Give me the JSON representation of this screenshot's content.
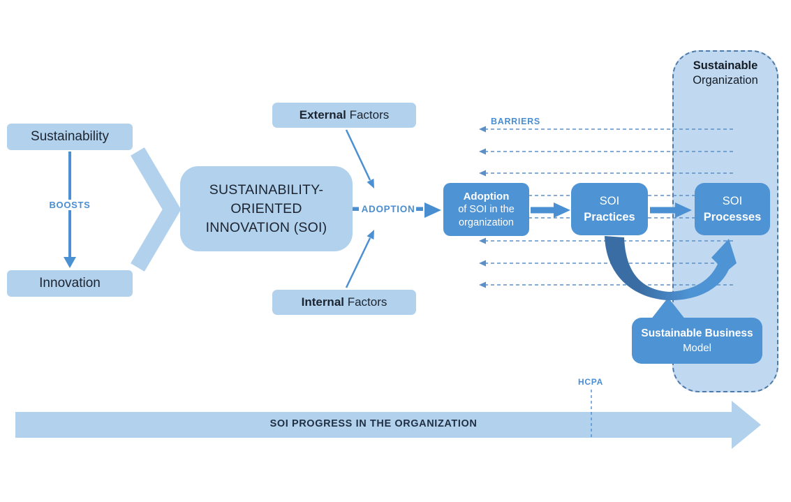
{
  "diagram": {
    "sustainability": "Sustainability",
    "boosts": "BOOSTS",
    "innovation": "Innovation",
    "soi": {
      "line1": "SUSTAINABILITY-ORIENTED",
      "line2": "INNOVATION (SOI)"
    },
    "external": {
      "bold": "External",
      "rest": " Factors"
    },
    "internal": {
      "bold": "Internal",
      "rest": " Factors"
    },
    "adoption_label": "ADOPTION",
    "adoption_box": {
      "line1": "Adoption",
      "line2": "of SOI in the",
      "line3": "organization"
    },
    "practices": {
      "line1": "SOI",
      "line2": "Practices"
    },
    "processes": {
      "line1": "SOI",
      "line2": "Processes"
    },
    "organization": {
      "line1": "Sustainable",
      "line2": "Organization"
    },
    "barriers": "BARRIERS",
    "business": {
      "line1": "Sustainable Business",
      "line2": "Model"
    },
    "hcpa": "HCPA",
    "progress": "SOI PROGRESS IN THE ORGANIZATION"
  },
  "colors": {
    "light_blue": "#b2d1ec",
    "container_blue": "#c1d9f0",
    "box_blue": "#4e93d4",
    "label_blue": "#4a8ed2",
    "barrier_blue": "#5b8fc9",
    "swoosh_dark": "#3a6da3",
    "dark_text": "#1b2430"
  }
}
